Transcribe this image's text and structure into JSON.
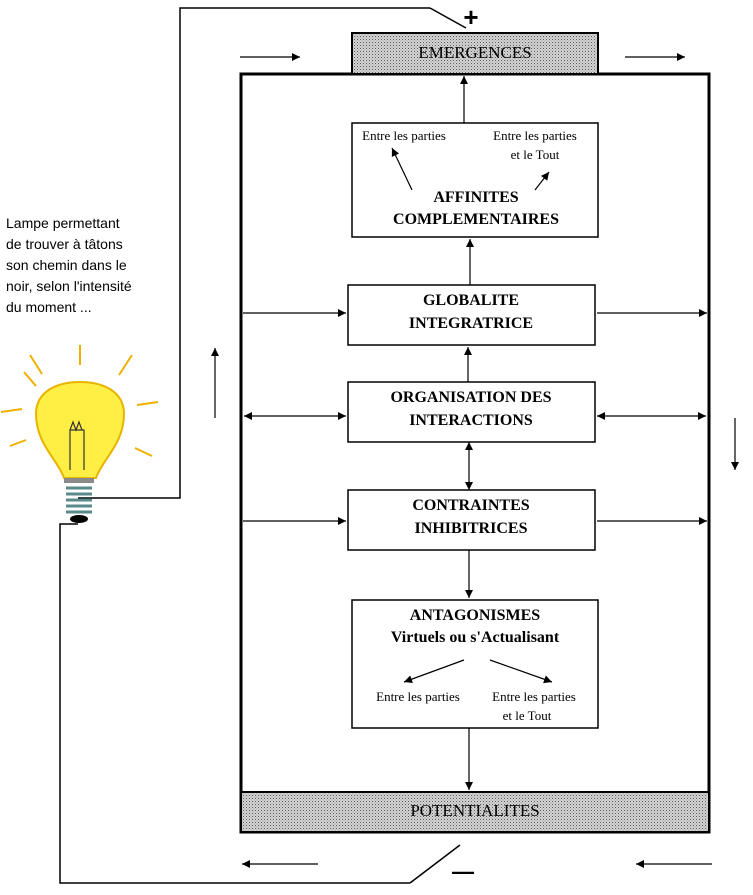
{
  "caption": {
    "lines": [
      "Lampe permettant",
      "de trouver à tâtons",
      "son chemin dans le",
      "noir, selon l'intensité",
      "du moment ..."
    ]
  },
  "poles": {
    "plus": "+",
    "minus": "—"
  },
  "bands": {
    "top": "EMERGENCES",
    "bottom": "POTENTIALITES"
  },
  "boxes": {
    "affinites": {
      "sub_left": "Entre les parties",
      "sub_right_1": "Entre les parties",
      "sub_right_2": "et le Tout",
      "title_1": "AFFINITES",
      "title_2": "COMPLEMENTAIRES"
    },
    "globalite": {
      "title_1": "GLOBALITE",
      "title_2": "INTEGRATRICE"
    },
    "organisation": {
      "title_1": "ORGANISATION  DES",
      "title_2": "INTERACTIONS"
    },
    "contraintes": {
      "title_1": "CONTRAINTES",
      "title_2": "INHIBITRICES"
    },
    "antagonismes": {
      "title_1": "ANTAGONISMES",
      "title_2": "Virtuels ou s'Actualisant",
      "sub_left": "Entre les parties",
      "sub_right_1": "Entre les parties",
      "sub_right_2": "et le Tout"
    }
  },
  "colors": {
    "bulb_glass": "#FFEE44",
    "bulb_outline": "#F0C000",
    "rays": "#F0B000",
    "band_fill": "#C8C8C8",
    "stroke": "#000000"
  }
}
